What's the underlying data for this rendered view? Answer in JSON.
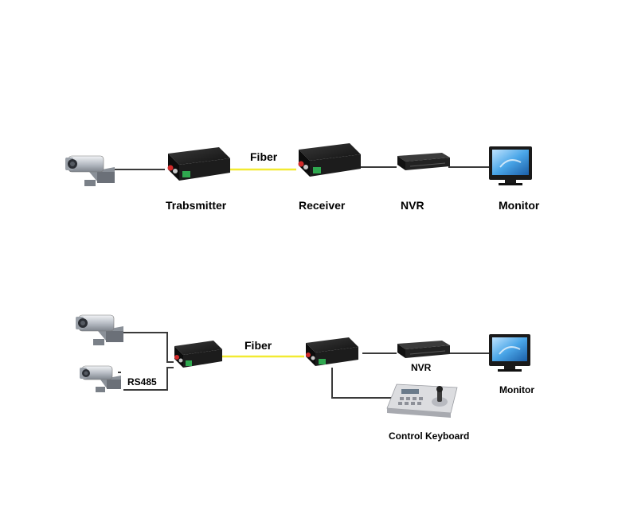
{
  "diagram_1": {
    "labels": {
      "fiber": "Fiber",
      "transmitter": "Trabsmitter",
      "receiver": "Receiver",
      "nvr": "NVR",
      "monitor": "Monitor"
    }
  },
  "diagram_2": {
    "labels": {
      "fiber": "Fiber",
      "rs485": "RS485",
      "nvr": "NVR",
      "monitor": "Monitor",
      "control_keyboard": "Control Keyboard"
    }
  },
  "colors": {
    "fiber": "#f2ea32",
    "cable": "#3a3a3a",
    "device_body": "#1f1f1f",
    "camera_body": "#c8ccd2",
    "monitor_screen": "#4aa6e8"
  }
}
